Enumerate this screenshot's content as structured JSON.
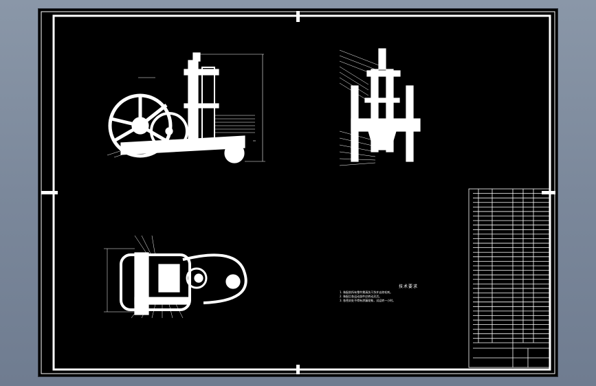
{
  "drawing": {
    "scale_label": "",
    "tech_requirements": {
      "title": "技术要求",
      "items": [
        "1. 装配前所有零件需清洗干净并去除毛刺。",
        "2. 装配后各运动部件应转动灵活。",
        "3. 各密封处不得有渗漏现象，试运转一小时。"
      ]
    },
    "title_block": {
      "rows": 34
    }
  },
  "colors": {
    "background": "#7b889b",
    "sheet": "#000000",
    "lines": "#ffffff"
  }
}
